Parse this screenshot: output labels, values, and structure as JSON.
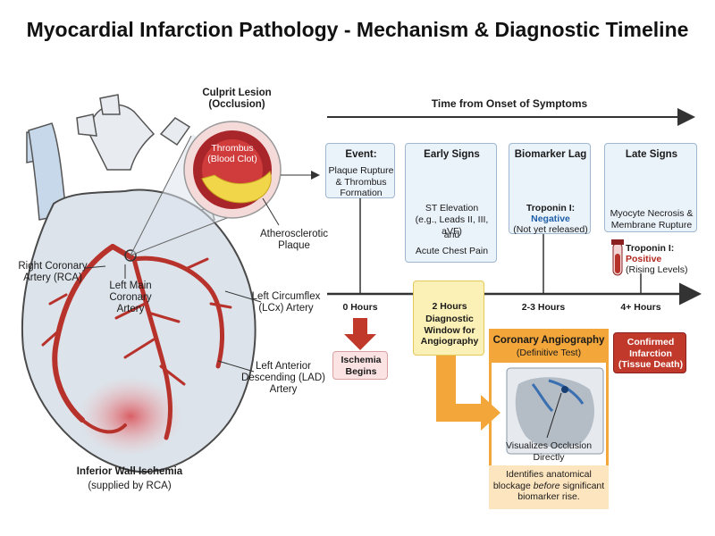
{
  "title": "Myocardial Infarction Pathology - Mechanism & Diagnostic Timeline",
  "heart": {
    "culprit_lesion": "Culprit Lesion (Occlusion)",
    "thrombus": "Thrombus (Blood Clot)",
    "plaque": "Atherosclerotic Plaque",
    "rca": "Right Coronary Artery (RCA)",
    "left_main": "Left Main Coronary Artery",
    "lcx": "Left Circumflex (LCx) Artery",
    "lad": "Left Anterior Descending (LAD) Artery",
    "ischemia_title": "Inferior Wall Ischemia",
    "ischemia_sub": "(supplied by RCA)"
  },
  "timeline": {
    "header": "Time from Onset of Symptoms",
    "event": {
      "title": "Event:",
      "text": "Plaque Rupture & Thrombus Formation"
    },
    "early": {
      "title": "Early Signs",
      "st": "ST Elevation",
      "leads": "(e.g., Leads II, III, aVF)",
      "and": "and",
      "pain": "Acute Chest Pain"
    },
    "lag": {
      "title": "Biomarker Lag",
      "label": "Troponin I:",
      "value": "Negative",
      "note": "(Not yet released)"
    },
    "late": {
      "title": "Late Signs",
      "text": "Myocyte Necrosis & Membrane Rupture",
      "label": "Troponin I:",
      "value": "Positive",
      "note": "(Rising Levels)"
    },
    "ticks": [
      "0 Hours",
      "2 Hours",
      "2-3 Hours",
      "4+ Hours"
    ],
    "window": "Diagnostic Window for Angiography",
    "ischemia": "Ischemia Begins",
    "infarction": "Confirmed Infarction (Tissue Death)",
    "angio": {
      "title": "Coronary Angiography",
      "subtitle": "(Definitive Test)",
      "visual": "Visualizes Occlusion Directly",
      "note_a": "Identifies anatomical blockage ",
      "note_b": "before",
      "note_c": " significant biomarker rise."
    }
  },
  "colors": {
    "artery_red": "#b8322c",
    "heart_fill": "#dce3ea",
    "event_box": "#eaf2fa",
    "window_yellow": "#fbf0b5",
    "angio_orange": "#f3a63a",
    "alert_red": "#c0392b"
  }
}
